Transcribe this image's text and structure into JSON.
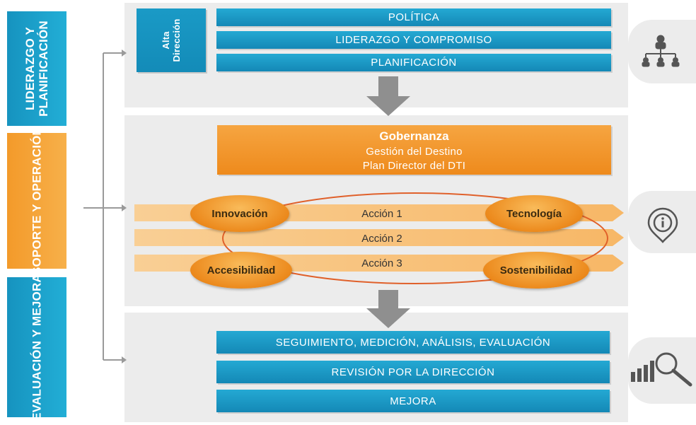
{
  "left_column": {
    "liderazgo": "LIDERAZGO Y PLANIFICACIÓN",
    "soporte": "SOPORTE Y OPERACIÓN",
    "evaluacion": "EVALUACIÓN Y MEJORA"
  },
  "top": {
    "alta_direccion": "Alta Dirección",
    "bars": [
      "POLÍTICA",
      "LIDERAZGO Y COMPROMISO",
      "PLANIFICACIÓN"
    ]
  },
  "middle": {
    "gobernanza_title": "Gobernanza",
    "gobernanza_line1": "Gestión del Destino",
    "gobernanza_line2": "Plan Director del DTI",
    "acciones": [
      "Acción 1",
      "Acción 2",
      "Acción 3"
    ],
    "pillars": [
      "Innovación",
      "Tecnología",
      "Accesibilidad",
      "Sostenibilidad"
    ]
  },
  "bottom": {
    "bars": [
      "SEGUIMIENTO, MEDICIÓN, ANÁLISIS, EVALUACIÓN",
      "REVISIÓN POR LA DIRECCIÓN",
      "MEJORA"
    ]
  },
  "icons": [
    "org-chart-icon",
    "info-location-icon",
    "bar-chart-magnifier-icon"
  ],
  "colors": {
    "blue": "#1a9ac6",
    "orange": "#f39a2a",
    "panel": "#ececec",
    "arrow": "#8f8f8f"
  }
}
